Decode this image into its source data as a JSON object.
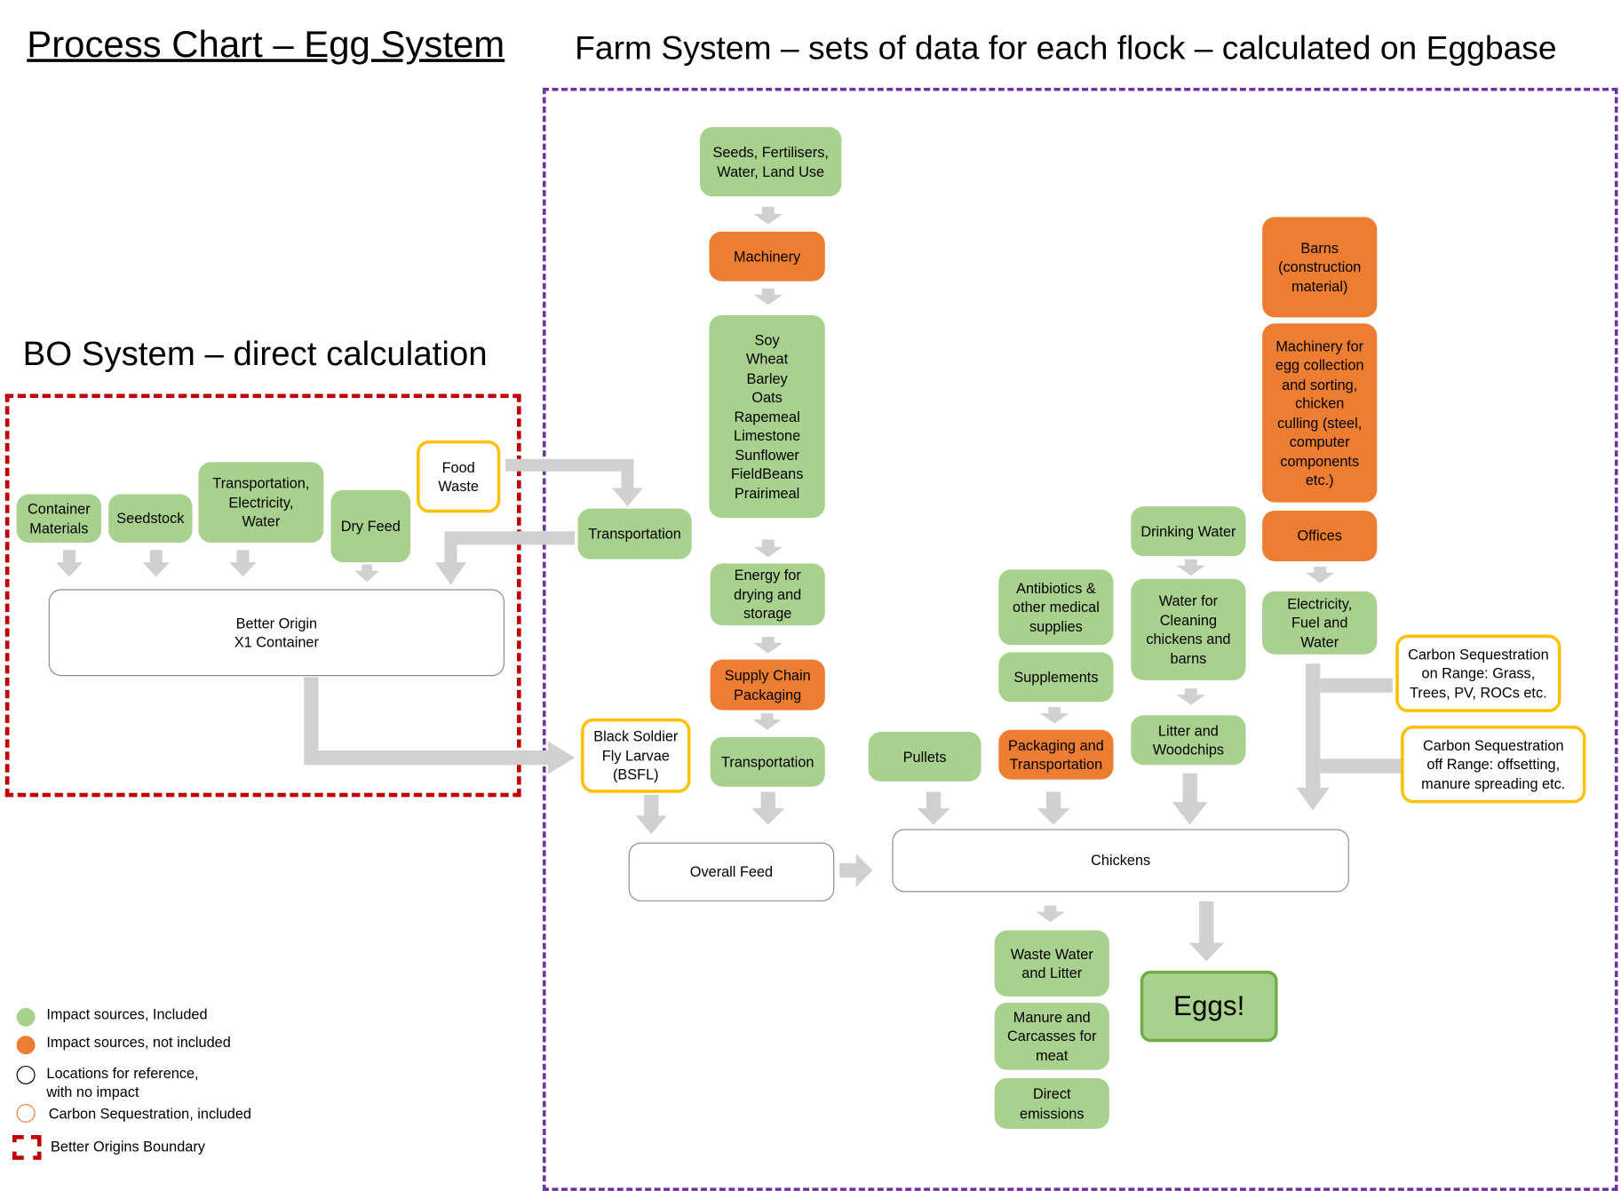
{
  "titles": {
    "process_chart": "Process Chart – Egg System",
    "farm_system": "Farm System – sets of data for each flock – calculated on Eggbase",
    "bo_system": "BO System – direct calculation"
  },
  "nodes": {
    "container_materials": "Container\nMaterials",
    "seedstock": "Seedstock",
    "transport_electricity_water": "Transportation,\nElectricity,\nWater",
    "dry_feed": "Dry Feed",
    "food_waste": "Food\nWaste",
    "better_origin_container": "Better Origin\nX1 Container",
    "bsfl": "Black Soldier\nFly Larvae\n(BSFL)",
    "transportation_bo": "Transportation",
    "seeds_fertilisers": "Seeds, Fertilisers,\nWater, Land Use",
    "machinery": "Machinery",
    "crops": "Soy\nWheat\nBarley\nOats\nRapemeal\nLimestone\nSunflower\nFieldBeans\nPrairimeal",
    "energy_drying": "Energy for\ndrying and\nstorage",
    "supply_chain_packaging": "Supply Chain\nPackaging",
    "transportation_feed": "Transportation",
    "overall_feed": "Overall Feed",
    "pullets": "Pullets",
    "antibiotics": "Antibiotics &\nother medical\nsupplies",
    "supplements": "Supplements",
    "packaging_transportation": "Packaging and\nTransportation",
    "drinking_water": "Drinking Water",
    "water_cleaning": "Water for\nCleaning\nchickens and\nbarns",
    "litter_woodchips": "Litter and\nWoodchips",
    "barns": "Barns\n(construction\nmaterial)",
    "machinery_egg": "Machinery for\negg collection\nand sorting,\nchicken\nculling (steel,\ncomputer\ncomponents\netc.)",
    "offices": "Offices",
    "electricity_fuel_water": "Electricity,\nFuel and\nWater",
    "carbon_on_range": "Carbon Sequestration\non Range:  Grass,\nTrees, PV, ROCs etc.",
    "carbon_off_range": "Carbon Sequestration\noff Range:  offsetting,\nmanure spreading etc.",
    "chickens": "Chickens",
    "waste_water": "Waste Water\nand Litter",
    "manure": "Manure and\nCarcasses for\nmeat",
    "direct_emissions": "Direct\nemissions",
    "eggs": "Eggs!"
  },
  "legend": {
    "included": "Impact sources, Included",
    "not_included": "Impact sources, not included",
    "reference": "Locations for reference,\nwith no impact",
    "carbon": "Carbon Sequestration, included",
    "boundary": "Better Origins Boundary"
  },
  "colors": {
    "included_green": "#a9d18e",
    "not_included_orange": "#ed7d31",
    "carbon_yellow": "#ffc000",
    "farm_boundary_purple": "#7030a0",
    "bo_boundary_red": "#c00000",
    "arrow_grey": "#d0d0d0",
    "eggs_border": "#70ad47"
  }
}
